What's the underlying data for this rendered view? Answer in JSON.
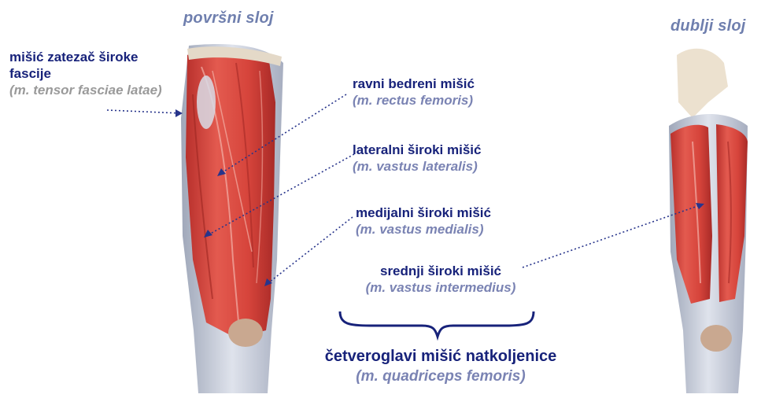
{
  "headings": {
    "superficial": "površni sloj",
    "deep": "dublji sloj"
  },
  "labels": {
    "tensor": {
      "name": "mišić zatezač široke fascije",
      "latin": "(m. tensor fasciae latae)"
    },
    "rectus": {
      "name": "ravni bedreni mišić",
      "latin": "(m. rectus femoris)"
    },
    "lateralis": {
      "name": "lateralni široki mišić",
      "latin": "(m. vastus lateralis)"
    },
    "medialis": {
      "name": "medijalni široki mišić",
      "latin": "(m. vastus medialis)"
    },
    "intermedius": {
      "name": "srednji široki mišić",
      "latin": "(m. vastus intermedius)"
    }
  },
  "summary": {
    "name": "četveroglavi mišić natkoljenice",
    "latin": "(m. quadriceps femoris)"
  },
  "colors": {
    "muscle": "#d9463e",
    "tendon": "#c9cedb",
    "label_blue": "#17227a",
    "latin_blue": "#7a83b3",
    "heading": "#6f7fae"
  }
}
